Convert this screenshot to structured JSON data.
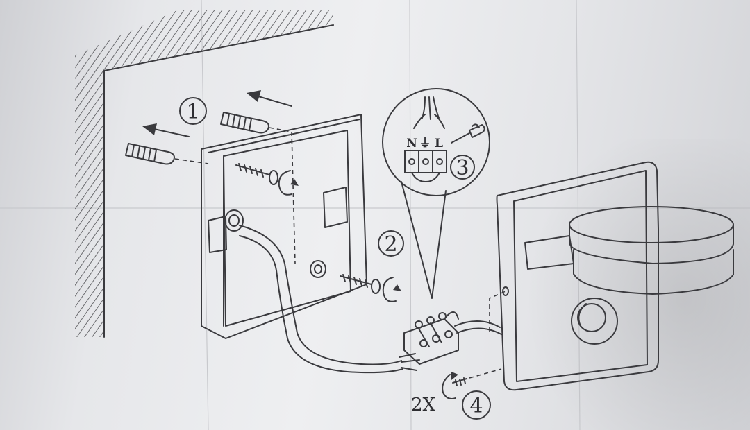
{
  "diagram": {
    "steps": [
      "1",
      "2",
      "3",
      "4"
    ],
    "terminal_labels": {
      "neutral": "N",
      "ground": "⏚",
      "live": "L"
    },
    "screw_quantity": "2X"
  },
  "colors": {
    "paper": "#eceef0",
    "ink": "#3a3a3e"
  }
}
